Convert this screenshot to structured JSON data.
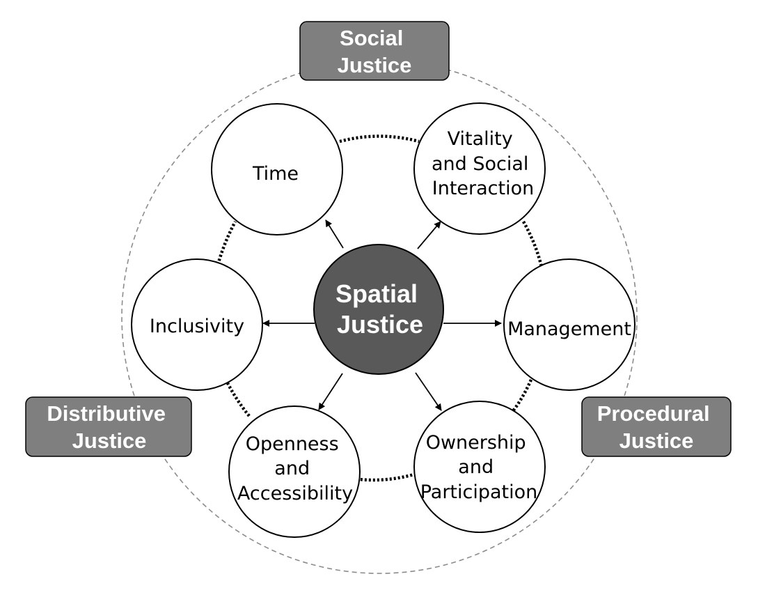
{
  "colors": {
    "center_fill": "#595959",
    "box_fill": "#7f7f7f",
    "outline": "#000000",
    "outer_ring": "#8c8c8c"
  },
  "center": {
    "lines": [
      "Spatial",
      "Justice"
    ]
  },
  "nodes": [
    {
      "id": "time",
      "lines": [
        "Time"
      ]
    },
    {
      "id": "vitality",
      "lines": [
        "Vitality",
        "and Social",
        "Interaction"
      ]
    },
    {
      "id": "management",
      "lines": [
        "Management"
      ]
    },
    {
      "id": "ownership",
      "lines": [
        "Ownership",
        "and",
        "Participation"
      ]
    },
    {
      "id": "openness",
      "lines": [
        "Openness",
        "and",
        "Accessibility"
      ]
    },
    {
      "id": "inclusivity",
      "lines": [
        "Inclusivity"
      ]
    }
  ],
  "boxes": [
    {
      "id": "social",
      "lines": [
        "Social",
        "Justice"
      ]
    },
    {
      "id": "distributive",
      "lines": [
        "Distributive",
        "Justice"
      ]
    },
    {
      "id": "procedural",
      "lines": [
        "Procedural",
        "Justice"
      ]
    }
  ]
}
